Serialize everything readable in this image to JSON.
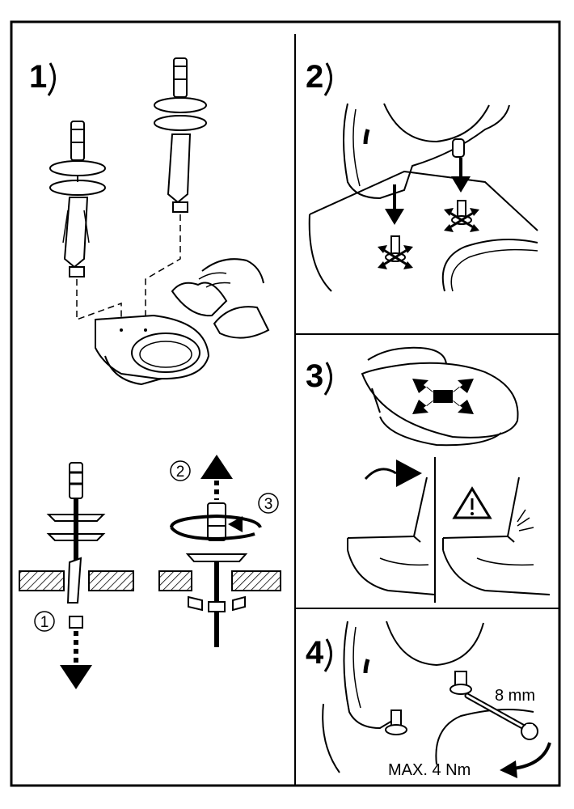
{
  "steps": [
    {
      "number": "1"
    },
    {
      "number": "2"
    },
    {
      "number": "3"
    },
    {
      "number": "4"
    }
  ],
  "step1": {
    "callouts": [
      "1",
      "2",
      "3"
    ]
  },
  "step4": {
    "wrench_size": "8 mm",
    "torque": "MAX. 4 Nm"
  },
  "colors": {
    "ink": "#000000",
    "paper": "#ffffff",
    "hatch": "#000000"
  },
  "icons": [
    "spread-arrows-icon",
    "warning-icon",
    "wrench-icon",
    "rotate-arrow-icon",
    "down-arrow-icon",
    "up-arrow-icon"
  ]
}
